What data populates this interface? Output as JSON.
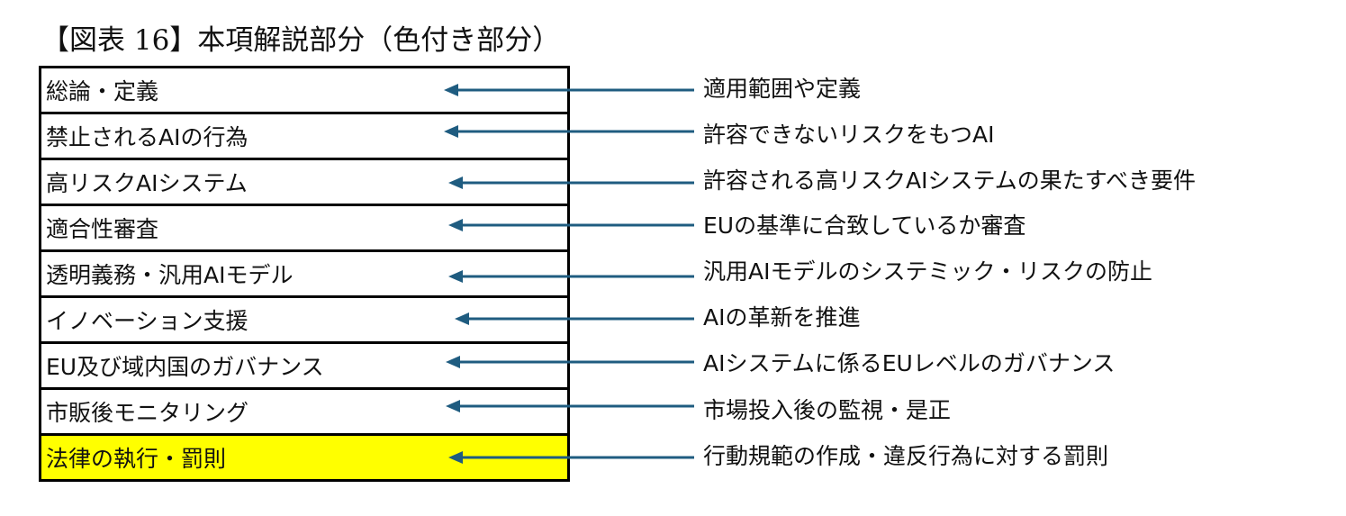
{
  "title": "【図表 16】本項解説部分（色付き部分）",
  "colors": {
    "highlight": "#ffff00",
    "arrow": "#1f5c80",
    "border": "#000000"
  },
  "rows": [
    {
      "left": "総論・定義",
      "right": "適用範囲や定義",
      "highlighted": false
    },
    {
      "left": "禁止されるAIの行為",
      "right": "許容できないリスクをもつAI",
      "highlighted": false
    },
    {
      "left": "高リスクAIシステム",
      "right": "許容される高リスクAIシステムの果たすべき要件",
      "highlighted": false
    },
    {
      "left": "適合性審査",
      "right": "EUの基準に合致しているか審査",
      "highlighted": false
    },
    {
      "left": "透明義務・汎用AIモデル",
      "right": "汎用AIモデルのシステミック・リスクの防止",
      "highlighted": false
    },
    {
      "left": "イノベーション支援",
      "right": "AIの革新を推進",
      "highlighted": false
    },
    {
      "left": "EU及び域内国のガバナンス",
      "right": "AIシステムに係るEUレベルのガバナンス",
      "highlighted": false
    },
    {
      "left": "市販後モニタリング",
      "right": "市場投入後の監視・是正",
      "highlighted": false
    },
    {
      "left": "法律の執行・罰則",
      "right": "行動規範の作成・違反行為に対する罰則",
      "highlighted": true
    }
  ]
}
